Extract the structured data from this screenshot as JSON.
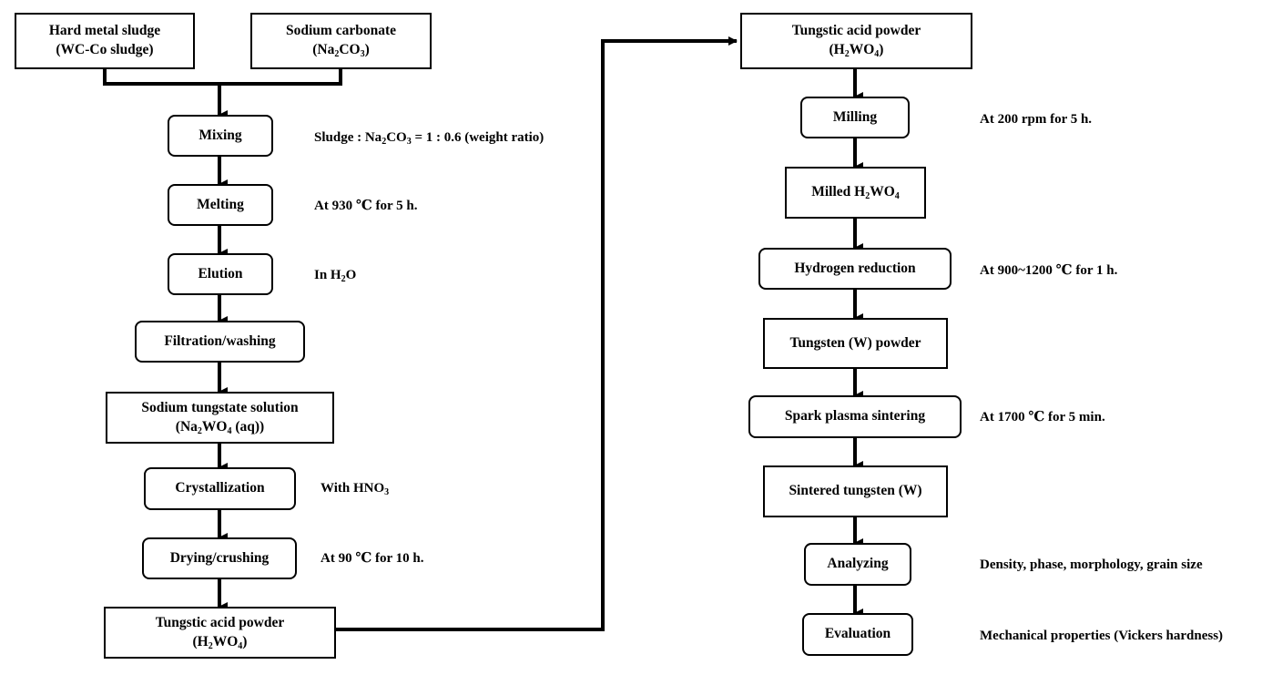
{
  "boxes": {
    "hard_metal_sludge": {
      "line1": "Hard metal sludge",
      "line2": "(WC-Co sludge)"
    },
    "sodium_carbonate": {
      "line1": "Sodium carbonate",
      "line2_parts": [
        "(Na",
        "2",
        "CO",
        "3",
        ")"
      ]
    },
    "mixing": "Mixing",
    "melting": "Melting",
    "elution": "Elution",
    "filtration": "Filtration/washing",
    "sodium_tungstate": {
      "line1": "Sodium tungstate solution",
      "line2_parts": [
        "(Na",
        "2",
        "WO",
        "4",
        " (aq))"
      ]
    },
    "crystallization": "Crystallization",
    "drying": "Drying/crushing",
    "tungstic_acid_left": {
      "line1": "Tungstic acid powder",
      "line2_parts": [
        "(H",
        "2",
        "WO",
        "4",
        ")"
      ]
    },
    "tungstic_acid_right": {
      "line1": "Tungstic acid powder",
      "line2_parts": [
        "(H",
        "2",
        "WO",
        "4",
        ")"
      ]
    },
    "milling": "Milling",
    "milled": {
      "parts": [
        "Milled H",
        "2",
        "WO",
        "4"
      ]
    },
    "hydrogen_reduction": "Hydrogen reduction",
    "tungsten_powder": "Tungsten (W) powder",
    "sps": "Spark plasma sintering",
    "sintered": "Sintered tungsten (W)",
    "analyzing": "Analyzing",
    "evaluation": "Evaluation"
  },
  "notes": {
    "mixing": {
      "parts": [
        "Sludge : Na",
        "2",
        "CO",
        "3",
        " = 1 : 0.6 (weight ratio)"
      ]
    },
    "melting": "At 930 ℃ for 5 h.",
    "elution": {
      "parts": [
        "In H",
        "2",
        "O"
      ]
    },
    "crystallization": {
      "parts": [
        "With HNO",
        "3"
      ]
    },
    "drying": "At 90 ℃ for 10 h.",
    "milling": "At 200 rpm for 5 h.",
    "hydrogen_reduction": "At 900~1200 ℃ for 1 h.",
    "sps": "At 1700 ℃ for 5 min.",
    "analyzing": "Density, phase, morphology, grain size",
    "evaluation": "Mechanical properties (Vickers hardness)"
  }
}
